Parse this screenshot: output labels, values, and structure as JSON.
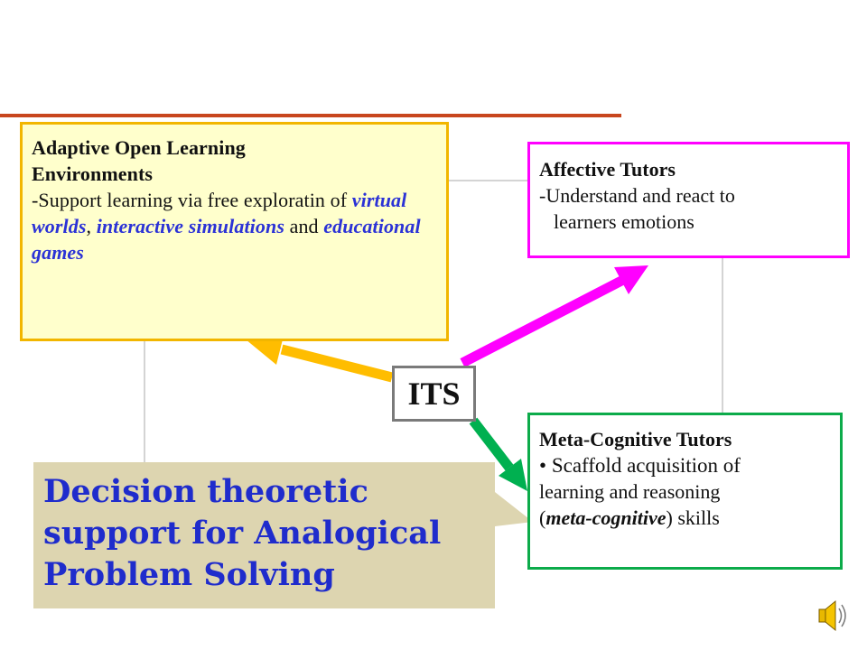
{
  "adaptive": {
    "title_line1": "Adaptive Open Learning",
    "title_line2": "Environments",
    "body_intro": "-Support learning via free exploratin of ",
    "term1": "virtual worlds",
    "sep1": ", ",
    "term2": "interactive simulations",
    "sep2": " and ",
    "term3": "educational games"
  },
  "affective": {
    "title": "Affective Tutors",
    "line1": "-Understand and react to",
    "line2": "learners emotions"
  },
  "center": {
    "label": "ITS"
  },
  "metacognitive": {
    "title": "Meta-Cognitive Tutors",
    "bullet": "•",
    "line1": " Scaffold acquisition of",
    "line2": "learning and reasoning",
    "paren_open": "(",
    "term": "meta-cognitive",
    "line3_rest": ")  skills"
  },
  "callout": {
    "text": "Decision theoretic  support for Analogical Problem Solving"
  },
  "colors": {
    "rule": "#c8461e",
    "adaptive_border": "#f2b600",
    "adaptive_fill": "#ffffcc",
    "highlight_text": "#2b32d6",
    "affective_border": "#ff00ff",
    "meta_border": "#0cab4a",
    "its_border": "#7a7a7a",
    "callout_fill": "#ddd5b0",
    "callout_text": "#1f2ccc",
    "arrow_orange": "#ffbd00",
    "arrow_magenta": "#ff00ff",
    "arrow_green": "#00b050"
  },
  "icons": {
    "speaker": "speaker-icon"
  }
}
